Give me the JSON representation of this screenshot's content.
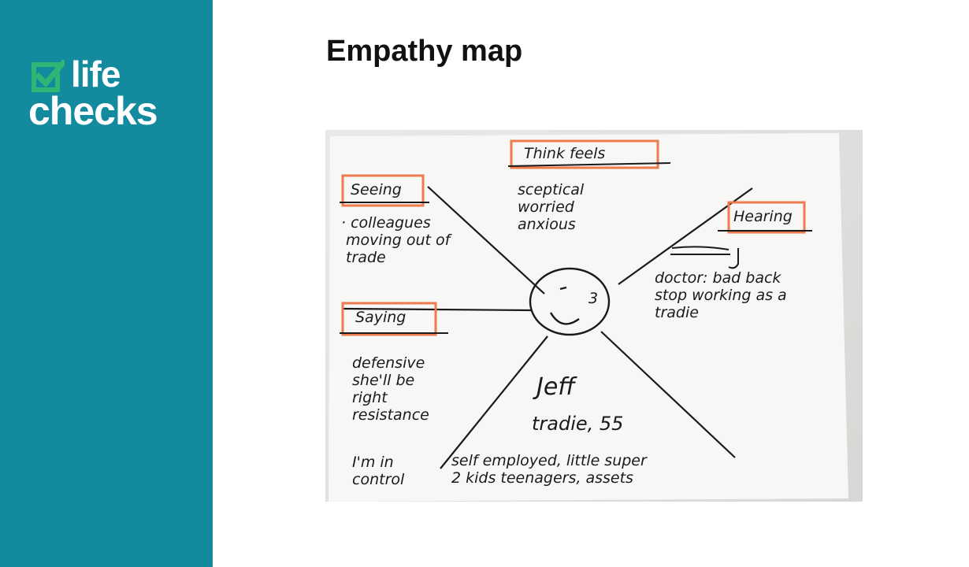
{
  "brand": {
    "line1": "life",
    "line2": "checks",
    "accent_color": "#2fb574",
    "sidebar_color": "#138a9e"
  },
  "slide": {
    "title": "Empathy map"
  },
  "map": {
    "thinks_feels": {
      "label": "Think feels",
      "notes": "sceptical\nworried\nanxious"
    },
    "seeing": {
      "label": "Seeing",
      "notes": "· colleagues\n moving out of\n trade"
    },
    "hearing": {
      "label": "Hearing",
      "notes": "doctor: bad back\nstop working as a\ntradie"
    },
    "saying": {
      "label": "Saying",
      "notes": "defensive\nshe'll be\nright\nresistance"
    },
    "control": "I'm in\ncontrol",
    "persona": {
      "name": "Jeff",
      "role": "tradie, 55",
      "details": "self employed, little super\n2 kids teenagers, assets"
    },
    "face_number": "3"
  }
}
